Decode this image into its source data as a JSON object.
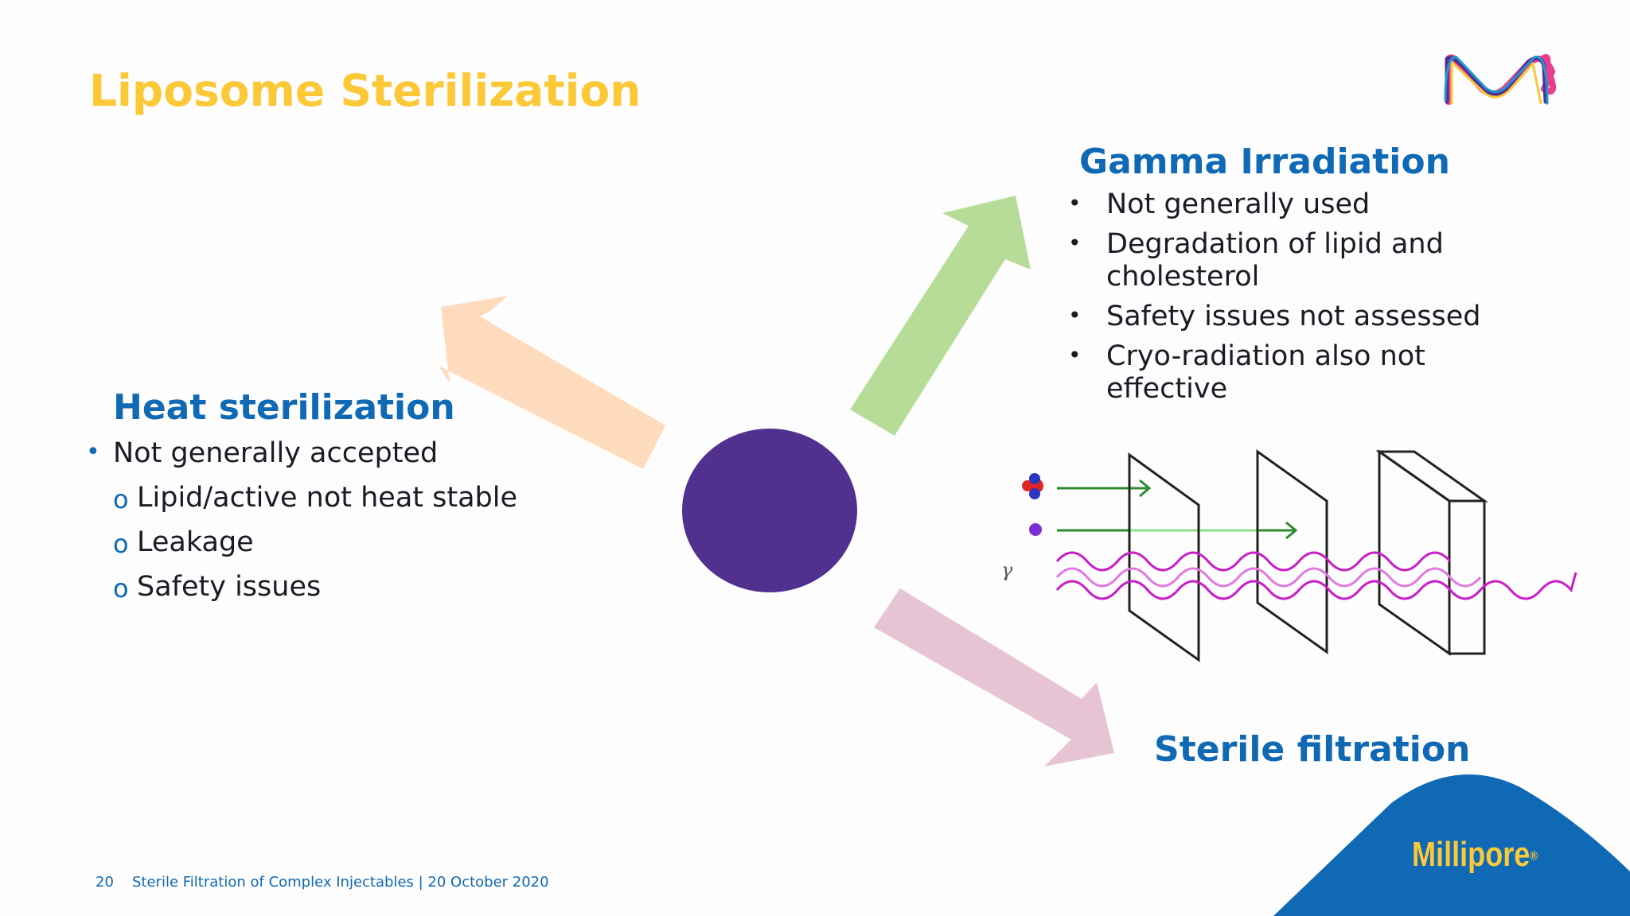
{
  "slide": {
    "title": "Liposome Sterilization",
    "heat": {
      "heading": "Heat sterilization",
      "main_point": "Not generally accepted",
      "sub_points": [
        "Lipid/active not heat stable",
        "Leakage",
        "Safety issues"
      ]
    },
    "gamma": {
      "heading": "Gamma Irradiation",
      "points": [
        [
          "Not generally used"
        ],
        [
          "Degradation of lipid and",
          "cholesterol"
        ],
        [
          "Safety issues not assessed"
        ],
        [
          "Cryo-radiation also not",
          "effective"
        ]
      ]
    },
    "filtration": {
      "heading": "Sterile filtration"
    },
    "diagram": {
      "gamma_symbol": "γ"
    },
    "footer": {
      "page_number": "20",
      "text": "Sterile Filtration of Complex Injectables | 20 October 2020"
    },
    "brand": {
      "name": "Millipore",
      "registered": "®"
    }
  },
  "colors": {
    "title": "#fbc837",
    "heading": "#0f69b4",
    "liposome": "#523090",
    "arrow_heat": "#fedbbd",
    "arrow_gamma": "#b6dc98",
    "arrow_filtration": "#e6c4d4",
    "brand_bg": "#0f69b4",
    "brand_text": "#fbc837"
  },
  "icons": [
    "merck-logo-icon",
    "liposome-circle",
    "arrow-heat",
    "arrow-gamma",
    "arrow-filtration",
    "radiation-penetration-diagram"
  ]
}
